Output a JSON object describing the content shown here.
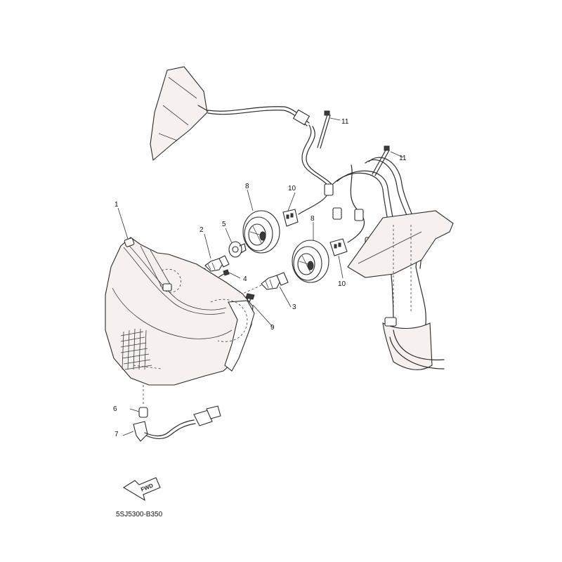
{
  "diagram": {
    "drawing_code": "5SJ5300-B350",
    "direction_label": "FWD",
    "callouts": [
      {
        "id": "c1",
        "label": "1"
      },
      {
        "id": "c2",
        "label": "2"
      },
      {
        "id": "c3",
        "label": "3"
      },
      {
        "id": "c4",
        "label": "4"
      },
      {
        "id": "c5",
        "label": "5"
      },
      {
        "id": "c6",
        "label": "6"
      },
      {
        "id": "c7",
        "label": "7"
      },
      {
        "id": "c8a",
        "label": "8"
      },
      {
        "id": "c8b",
        "label": "8"
      },
      {
        "id": "c9",
        "label": "9"
      },
      {
        "id": "c10a",
        "label": "10"
      },
      {
        "id": "c10b",
        "label": "10"
      },
      {
        "id": "c11a",
        "label": "11"
      },
      {
        "id": "c11b",
        "label": "11"
      }
    ]
  }
}
